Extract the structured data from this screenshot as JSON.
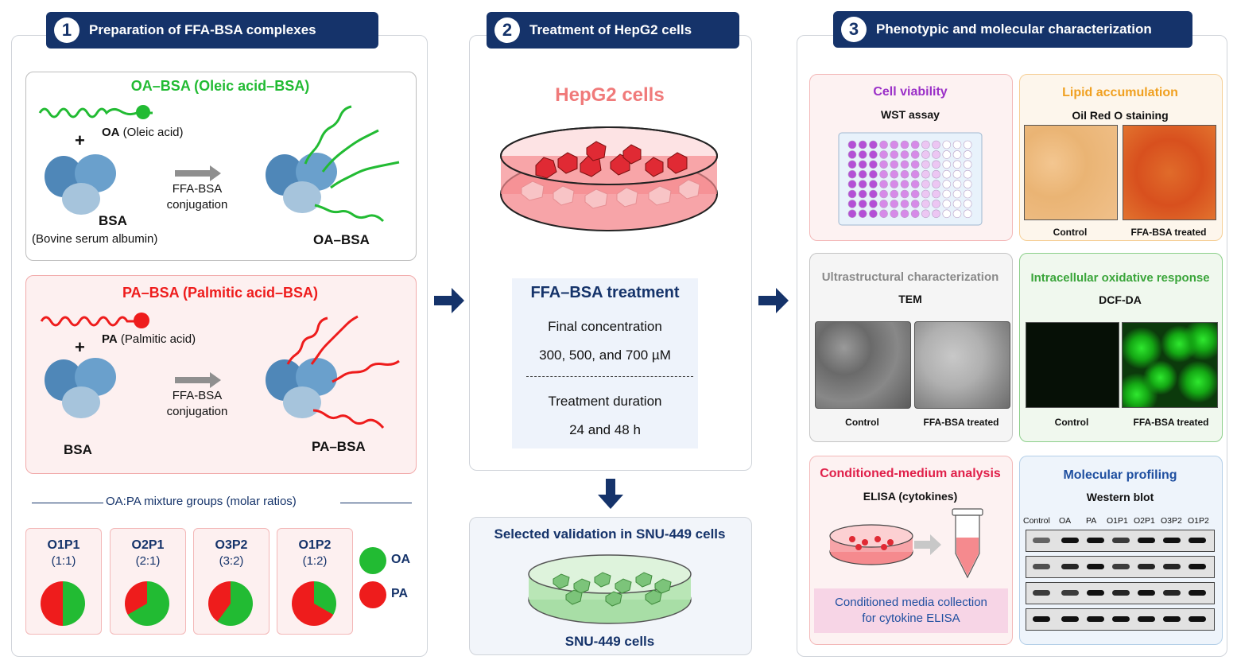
{
  "sections": {
    "s1": {
      "number": "1",
      "title": "Preparation of FFA-BSA complexes"
    },
    "s2": {
      "number": "2",
      "title": "Treatment of HepG2 cells"
    },
    "s3": {
      "number": "3",
      "title": "Phenotypic and molecular characterization"
    }
  },
  "oa_card": {
    "title": "OA–BSA (Oleic acid–BSA)",
    "oa_bold": "OA",
    "oa_rest": "(Oleic acid)",
    "plus": "+",
    "bsa": "BSA",
    "bsa_full": "(Bovine serum albumin)",
    "conj1": "FFA-BSA",
    "conj2": "conjugation",
    "product": "OA–BSA"
  },
  "pa_card": {
    "title": "PA–BSA (Palmitic acid–BSA)",
    "pa_bold": "PA",
    "pa_rest": "(Palmitic acid)",
    "plus": "+",
    "bsa": "BSA",
    "conj1": "FFA-BSA",
    "conj2": "conjugation",
    "product": "PA–BSA"
  },
  "mixture": {
    "title": "OA:PA mixture groups (molar ratios)",
    "groups": [
      {
        "name": "O1P1",
        "ratio": "(1:1)",
        "oa_fraction": 0.5
      },
      {
        "name": "O2P1",
        "ratio": "(2:1)",
        "oa_fraction": 0.667
      },
      {
        "name": "O3P2",
        "ratio": "(3:2)",
        "oa_fraction": 0.6
      },
      {
        "name": "O1P2",
        "ratio": "(1:2)",
        "oa_fraction": 0.333
      }
    ],
    "legend": [
      {
        "label": "OA",
        "color": "#22bb33"
      },
      {
        "label": "PA",
        "color": "#ee1c1c"
      }
    ]
  },
  "treatment": {
    "cells": "HepG2 cells",
    "title": "FFA–BSA treatment",
    "conc_label": "Final concentration",
    "conc_value": "300, 500, and 700 µM",
    "dur_label": "Treatment duration",
    "dur_value": "24 and 48 h"
  },
  "validation": {
    "title": "Selected validation in SNU-449 cells",
    "cells": "SNU-449 cells"
  },
  "assays": {
    "viability": {
      "title": "Cell viability",
      "method": "WST assay"
    },
    "lipid": {
      "title": "Lipid accumulation",
      "method": "Oil Red O staining",
      "control": "Control",
      "treated": "FFA-BSA treated"
    },
    "ultra": {
      "title": "Ultrastructural characterization",
      "method": "TEM",
      "control": "Control",
      "treated": "FFA-BSA treated"
    },
    "oxid": {
      "title": "Intracellular oxidative response",
      "method": "DCF-DA",
      "control": "Control",
      "treated": "FFA-BSA treated"
    },
    "cm": {
      "title": "Conditioned-medium analysis",
      "method": "ELISA (cytokines)",
      "note1": "Conditioned media collection",
      "note2": "for cytokine ELISA"
    },
    "mol": {
      "title": "Molecular profiling",
      "method": "Western blot",
      "lanes": [
        "Control",
        "OA",
        "PA",
        "O1P1",
        "O2P1",
        "O3P2",
        "O1P2"
      ]
    }
  },
  "colors": {
    "navy": "#15336a",
    "oa_green": "#22bb33",
    "pa_red": "#ee1c1c",
    "purple": "#9b30c8",
    "orange": "#f0a020",
    "gray": "#8a8a8a",
    "dark_green": "#3aa53a",
    "crimson": "#e0204a",
    "blue": "#1f4fa0"
  }
}
